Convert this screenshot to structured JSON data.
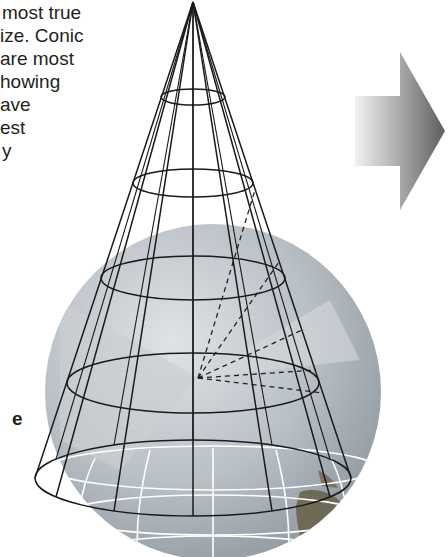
{
  "diagram": {
    "labels": [
      "most true",
      "ize. Conic",
      "are most",
      "howing",
      "ave",
      "est",
      "y",
      "e"
    ]
  }
}
